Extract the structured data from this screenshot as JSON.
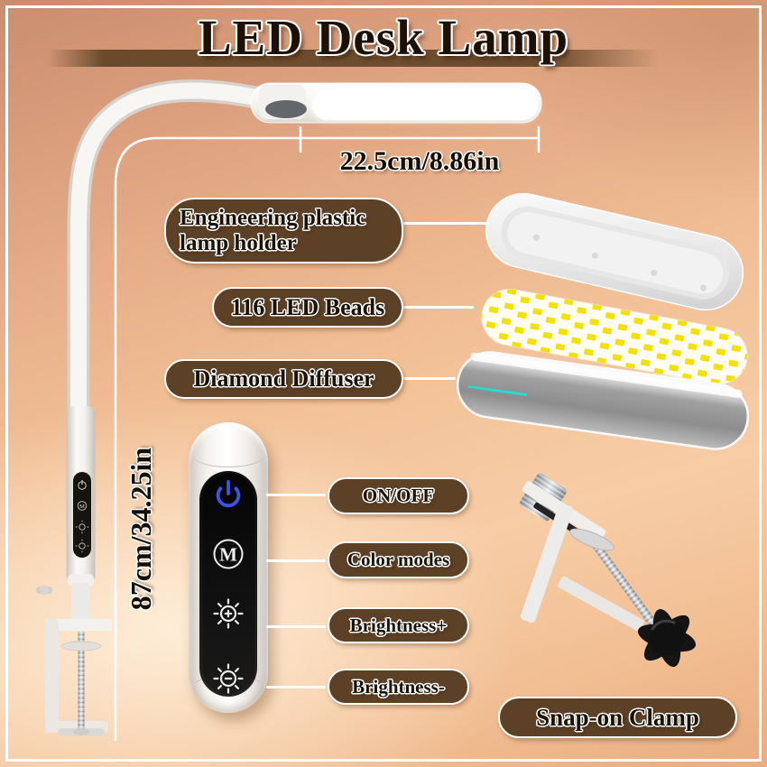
{
  "product": {
    "title": "LED Desk Lamp"
  },
  "dimensions": {
    "head_width": "22.5cm/8.86in",
    "total_height": "87cm/34.25in"
  },
  "feature_labels": {
    "lamp_holder": "Engineering plastic lamp holder",
    "led_beads": "116 LED Beads",
    "diffuser": "Diamond Diffuser",
    "clamp": "Snap-on Clamp"
  },
  "control_labels": {
    "power": "ON/OFF",
    "mode": "Color modes",
    "brightness_up": "Brightness+",
    "brightness_down": "Brightness-"
  },
  "control_panel": {
    "mode_letter": "M",
    "icons": [
      "power-icon",
      "mode-m-icon",
      "brightness-plus-icon",
      "brightness-minus-icon"
    ]
  },
  "colors": {
    "label_pill_brown": "#5d4126",
    "title_band_brown": "#6b4a2c",
    "power_icon_blue": "#3b55e8",
    "led_bead_yellow": "#f3e104",
    "diffuser_accent_cyan": "#1ee0d8",
    "background_copper": "#cf9372",
    "background_peach": "#f6c9a2"
  }
}
